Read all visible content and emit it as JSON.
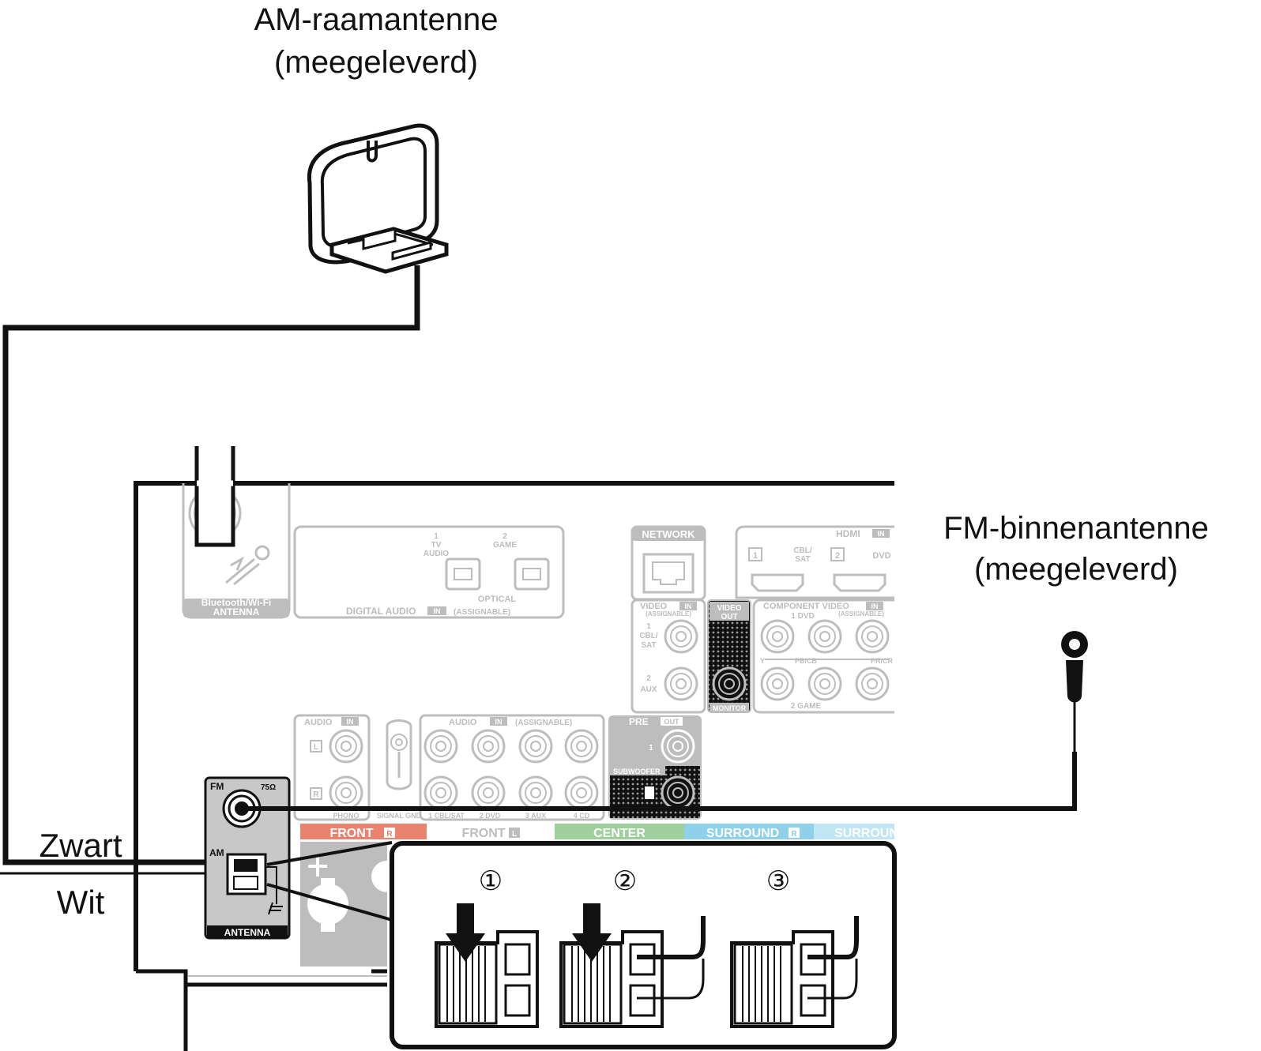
{
  "labels": {
    "am_antenna_line1": "AM-raamantenne",
    "am_antenna_line2": "(meegeleverd)",
    "fm_antenna_line1": "FM-binnenantenne",
    "fm_antenna_line2": "(meegeleverd)",
    "wire_black": "Zwart",
    "wire_white": "Wit"
  },
  "panel": {
    "bt_line1": "Bluetooth/Wi-Fi",
    "bt_line2": "ANTENNA",
    "digital_audio": "DIGITAL AUDIO",
    "in_tag": "IN",
    "assignable": "(ASSIGNABLE)",
    "optical": "OPTICAL",
    "tv_audio_num": "1",
    "tv_audio_l1": "TV",
    "tv_audio_l2": "AUDIO",
    "game_num": "2",
    "game": "GAME",
    "network": "NETWORK",
    "hdmi": "HDMI",
    "hdmi_1": "1",
    "hdmi_cbl_l1": "CBL/",
    "hdmi_cbl_l2": "SAT",
    "hdmi_2": "2",
    "hdmi_dvd": "DVD",
    "video": "VIDEO",
    "video_assignable": "(ASSIGNABLE)",
    "video_1": "1",
    "video_cbl_l1": "CBL/",
    "video_cbl_l2": "SAT",
    "video_2": "2",
    "video_aux": "AUX",
    "video_out_l1": "VIDEO",
    "video_out_l2": "OUT",
    "monitor": "MONITOR",
    "component_video": "COMPONENT VIDEO",
    "comp_1dvd": "1 DVD",
    "comp_y": "Y",
    "comp_pb": "PB/CB",
    "comp_pr": "PR/CR",
    "comp_2game": "2 GAME",
    "audio": "AUDIO",
    "audio_l": "L",
    "audio_r": "R",
    "signal_gnd": "SIGNAL GND",
    "phono": "PHONO",
    "cbl_sat_1": "1 CBL/SAT",
    "dvd_2": "2 DVD",
    "aux_3": "3 AUX",
    "cd_4": "4 CD",
    "pre_out": "PRE",
    "out_tag": "OUT",
    "pre_1": "1",
    "subwoofer": "SUBWOOFER",
    "fm": "FM",
    "ohm": "75Ω",
    "am": "AM",
    "antenna": "ANTENNA",
    "front_r": "FRONT",
    "r_tag": "R",
    "front_l": "FRONT",
    "l_tag": "L",
    "center": "CENTER",
    "surround_r": "SURROUND",
    "surround": "SURROUN"
  },
  "steps": [
    "①",
    "②",
    "③"
  ],
  "colors": {
    "front_r": "#e8836f",
    "center": "#9fcf9c",
    "surround_r": "#8fd0ea",
    "surround": "#bfe6f2",
    "panel_gray": "#bdbdbd",
    "antenna_gray": "#c8c8c8"
  }
}
